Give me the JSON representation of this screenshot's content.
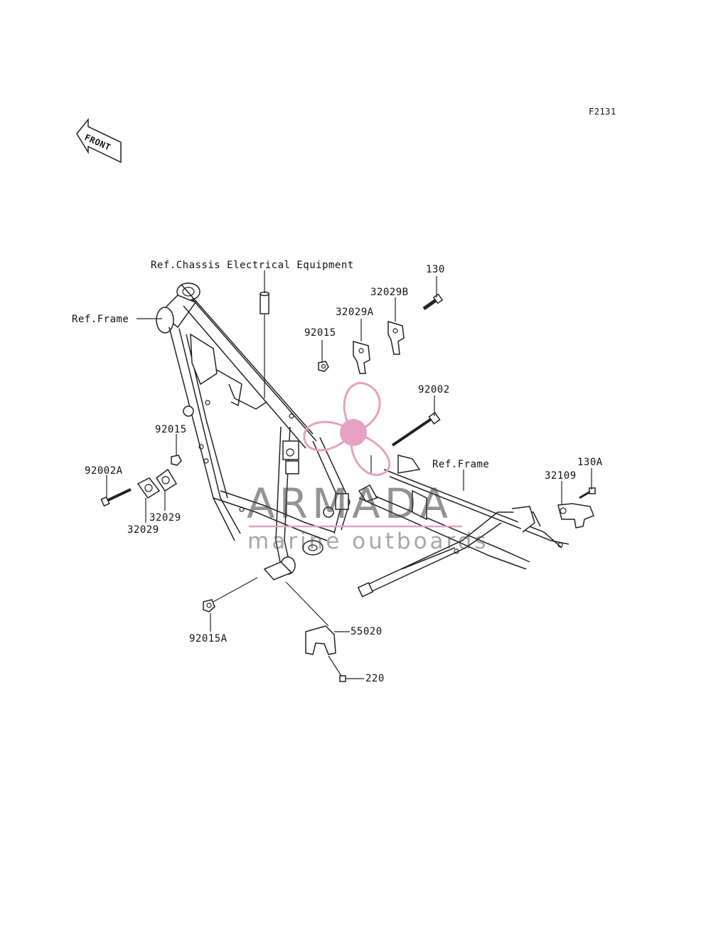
{
  "diagram": {
    "figure_code": "F2131",
    "front_arrow_label": "FRONT",
    "labels": {
      "ref_chassis": "Ref.Chassis Electrical Equipment",
      "ref_frame_left": "Ref.Frame",
      "ref_frame_right": "Ref.Frame",
      "p130": "130",
      "p32029B": "32029B",
      "p32029A": "32029A",
      "p92015_top": "92015",
      "p92002": "92002",
      "p92015_mid": "92015",
      "p92002A": "92002A",
      "p32029_right": "32029",
      "p32029_left": "32029",
      "p32109": "32109",
      "p130A": "130A",
      "p92015A": "92015A",
      "p55020": "55020",
      "p220": "220"
    }
  },
  "watermark": {
    "brand": "ARMADA",
    "tagline": "marine outboards",
    "accent_color": "#e6a2c0"
  }
}
